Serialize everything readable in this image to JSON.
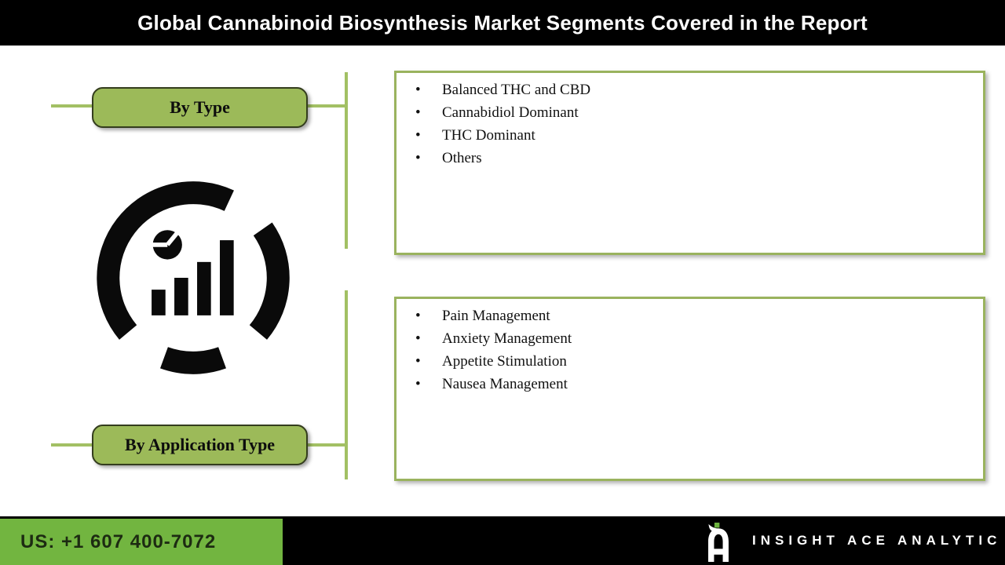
{
  "header": {
    "title": "Global Cannabinoid Biosynthesis Market Segments Covered in the Report"
  },
  "segments": [
    {
      "label": "By Type",
      "items": [
        "Balanced THC and CBD",
        "Cannabidiol Dominant",
        "THC Dominant",
        "Others"
      ]
    },
    {
      "label": "By Application Type",
      "items": [
        "Pain Management",
        "Anxiety Management",
        "Appetite Stimulation",
        "Nausea Management"
      ]
    }
  ],
  "center_icon": "market-analytics-icon",
  "footer": {
    "phone": "US: +1 607 400-7072",
    "brand": "INSIGHT ACE ANALYTIC",
    "logo": "insight-ace-logo-icon"
  },
  "colors": {
    "header_bg": "#000000",
    "button_green": "#9cba59",
    "button_border": "#343d1e",
    "connector_green": "#a2c064",
    "box_border_green": "#9ab35e",
    "footer_green": "#72b540",
    "logo_green": "#6db33f",
    "icon_black": "#0a0a0a"
  }
}
